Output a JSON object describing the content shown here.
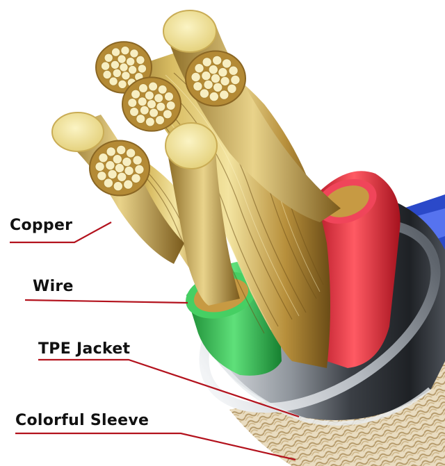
{
  "labels": {
    "copper": "Copper",
    "wire": "Wire",
    "tpe_jacket": "TPE Jacket",
    "colorful_sleeve": "Colorful Sleeve"
  },
  "colors": {
    "leader_line": "#b3121d",
    "copper_light": "#f3e9a4",
    "copper_mid": "#caa850",
    "copper_dark": "#7a5a1c",
    "wire_green": "#2fb14a",
    "wire_red": "#e8323f",
    "sleeve_silver": "#9aa0a6",
    "sleeve_blue": "#2b49c9"
  }
}
